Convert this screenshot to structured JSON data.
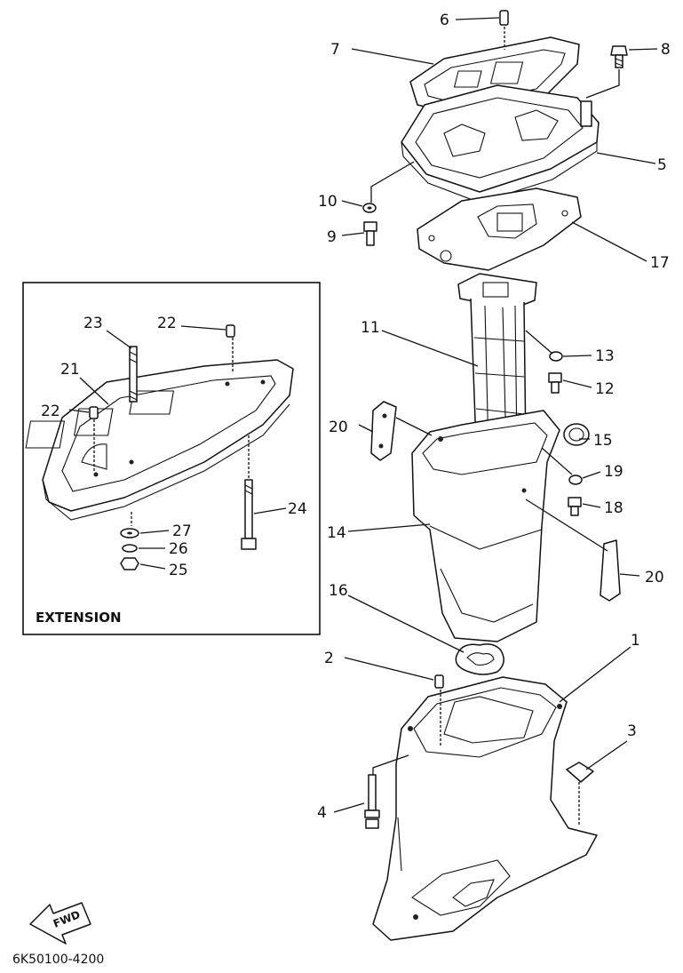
{
  "diagram_code": "6K50100-4200",
  "extension_box": {
    "title": "EXTENSION"
  },
  "fwd_arrow": {
    "label": "FWD"
  },
  "callouts": {
    "c1": "1",
    "c2": "2",
    "c3": "3",
    "c4": "4",
    "c5": "5",
    "c6": "6",
    "c7": "7",
    "c8": "8",
    "c9": "9",
    "c10": "10",
    "c11": "11",
    "c12": "12",
    "c13": "13",
    "c14": "14",
    "c15": "15",
    "c16": "16",
    "c17": "17",
    "c18": "18",
    "c19": "19",
    "c20a": "20",
    "c20b": "20",
    "c21": "21",
    "c22a": "22",
    "c22b": "22",
    "c23": "23",
    "c24": "24",
    "c25": "25",
    "c26": "26",
    "c27": "27"
  }
}
